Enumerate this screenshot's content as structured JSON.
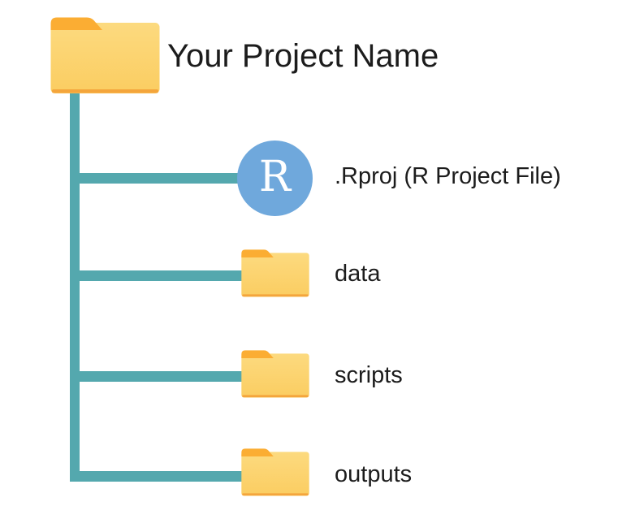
{
  "diagram": {
    "type": "project-folder-structure",
    "root": {
      "label": "Your Project Name",
      "icon": "folder-icon"
    },
    "children": [
      {
        "label": ".Rproj (R Project File)",
        "icon": "r-project-icon"
      },
      {
        "label": "data",
        "icon": "folder-icon"
      },
      {
        "label": "scripts",
        "icon": "folder-icon"
      },
      {
        "label": "outputs",
        "icon": "folder-icon"
      }
    ]
  },
  "r_icon": {
    "letter": "R"
  },
  "colors": {
    "background": "#FFFFFF",
    "connector_teal": "#54A8AE",
    "folder_tab_orange": "#FBAD33",
    "folder_body_yellow_top": "#FCDA7F",
    "folder_body_yellow_bottom": "#FBCD61",
    "folder_base_orange": "#F4A53C",
    "r_circle_blue": "#6FA8DC",
    "r_letter_white": "#FFFFFF",
    "text_black": "#1C1C1C"
  }
}
